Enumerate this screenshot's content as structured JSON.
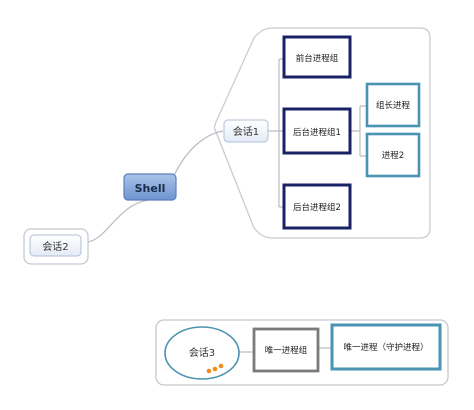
{
  "root": {
    "label": "Shell"
  },
  "session1": {
    "label": "会话1",
    "groups": {
      "foreground": "前台进程组",
      "background1": "后台进程组1",
      "background2": "后台进程组2"
    },
    "processes": {
      "leader": "组长进程",
      "process2": "进程2"
    }
  },
  "session2": {
    "label": "会话2"
  },
  "session3": {
    "label": "会话3",
    "group": "唯一进程组",
    "process": "唯一进程（守护进程）"
  },
  "colors": {
    "navy": "#1a2266",
    "teal": "#4a93b3",
    "gray": "#7a7a7a",
    "shell": "#7fa4d6",
    "dot": "#f08a1e",
    "line": "#b9bcc3"
  }
}
